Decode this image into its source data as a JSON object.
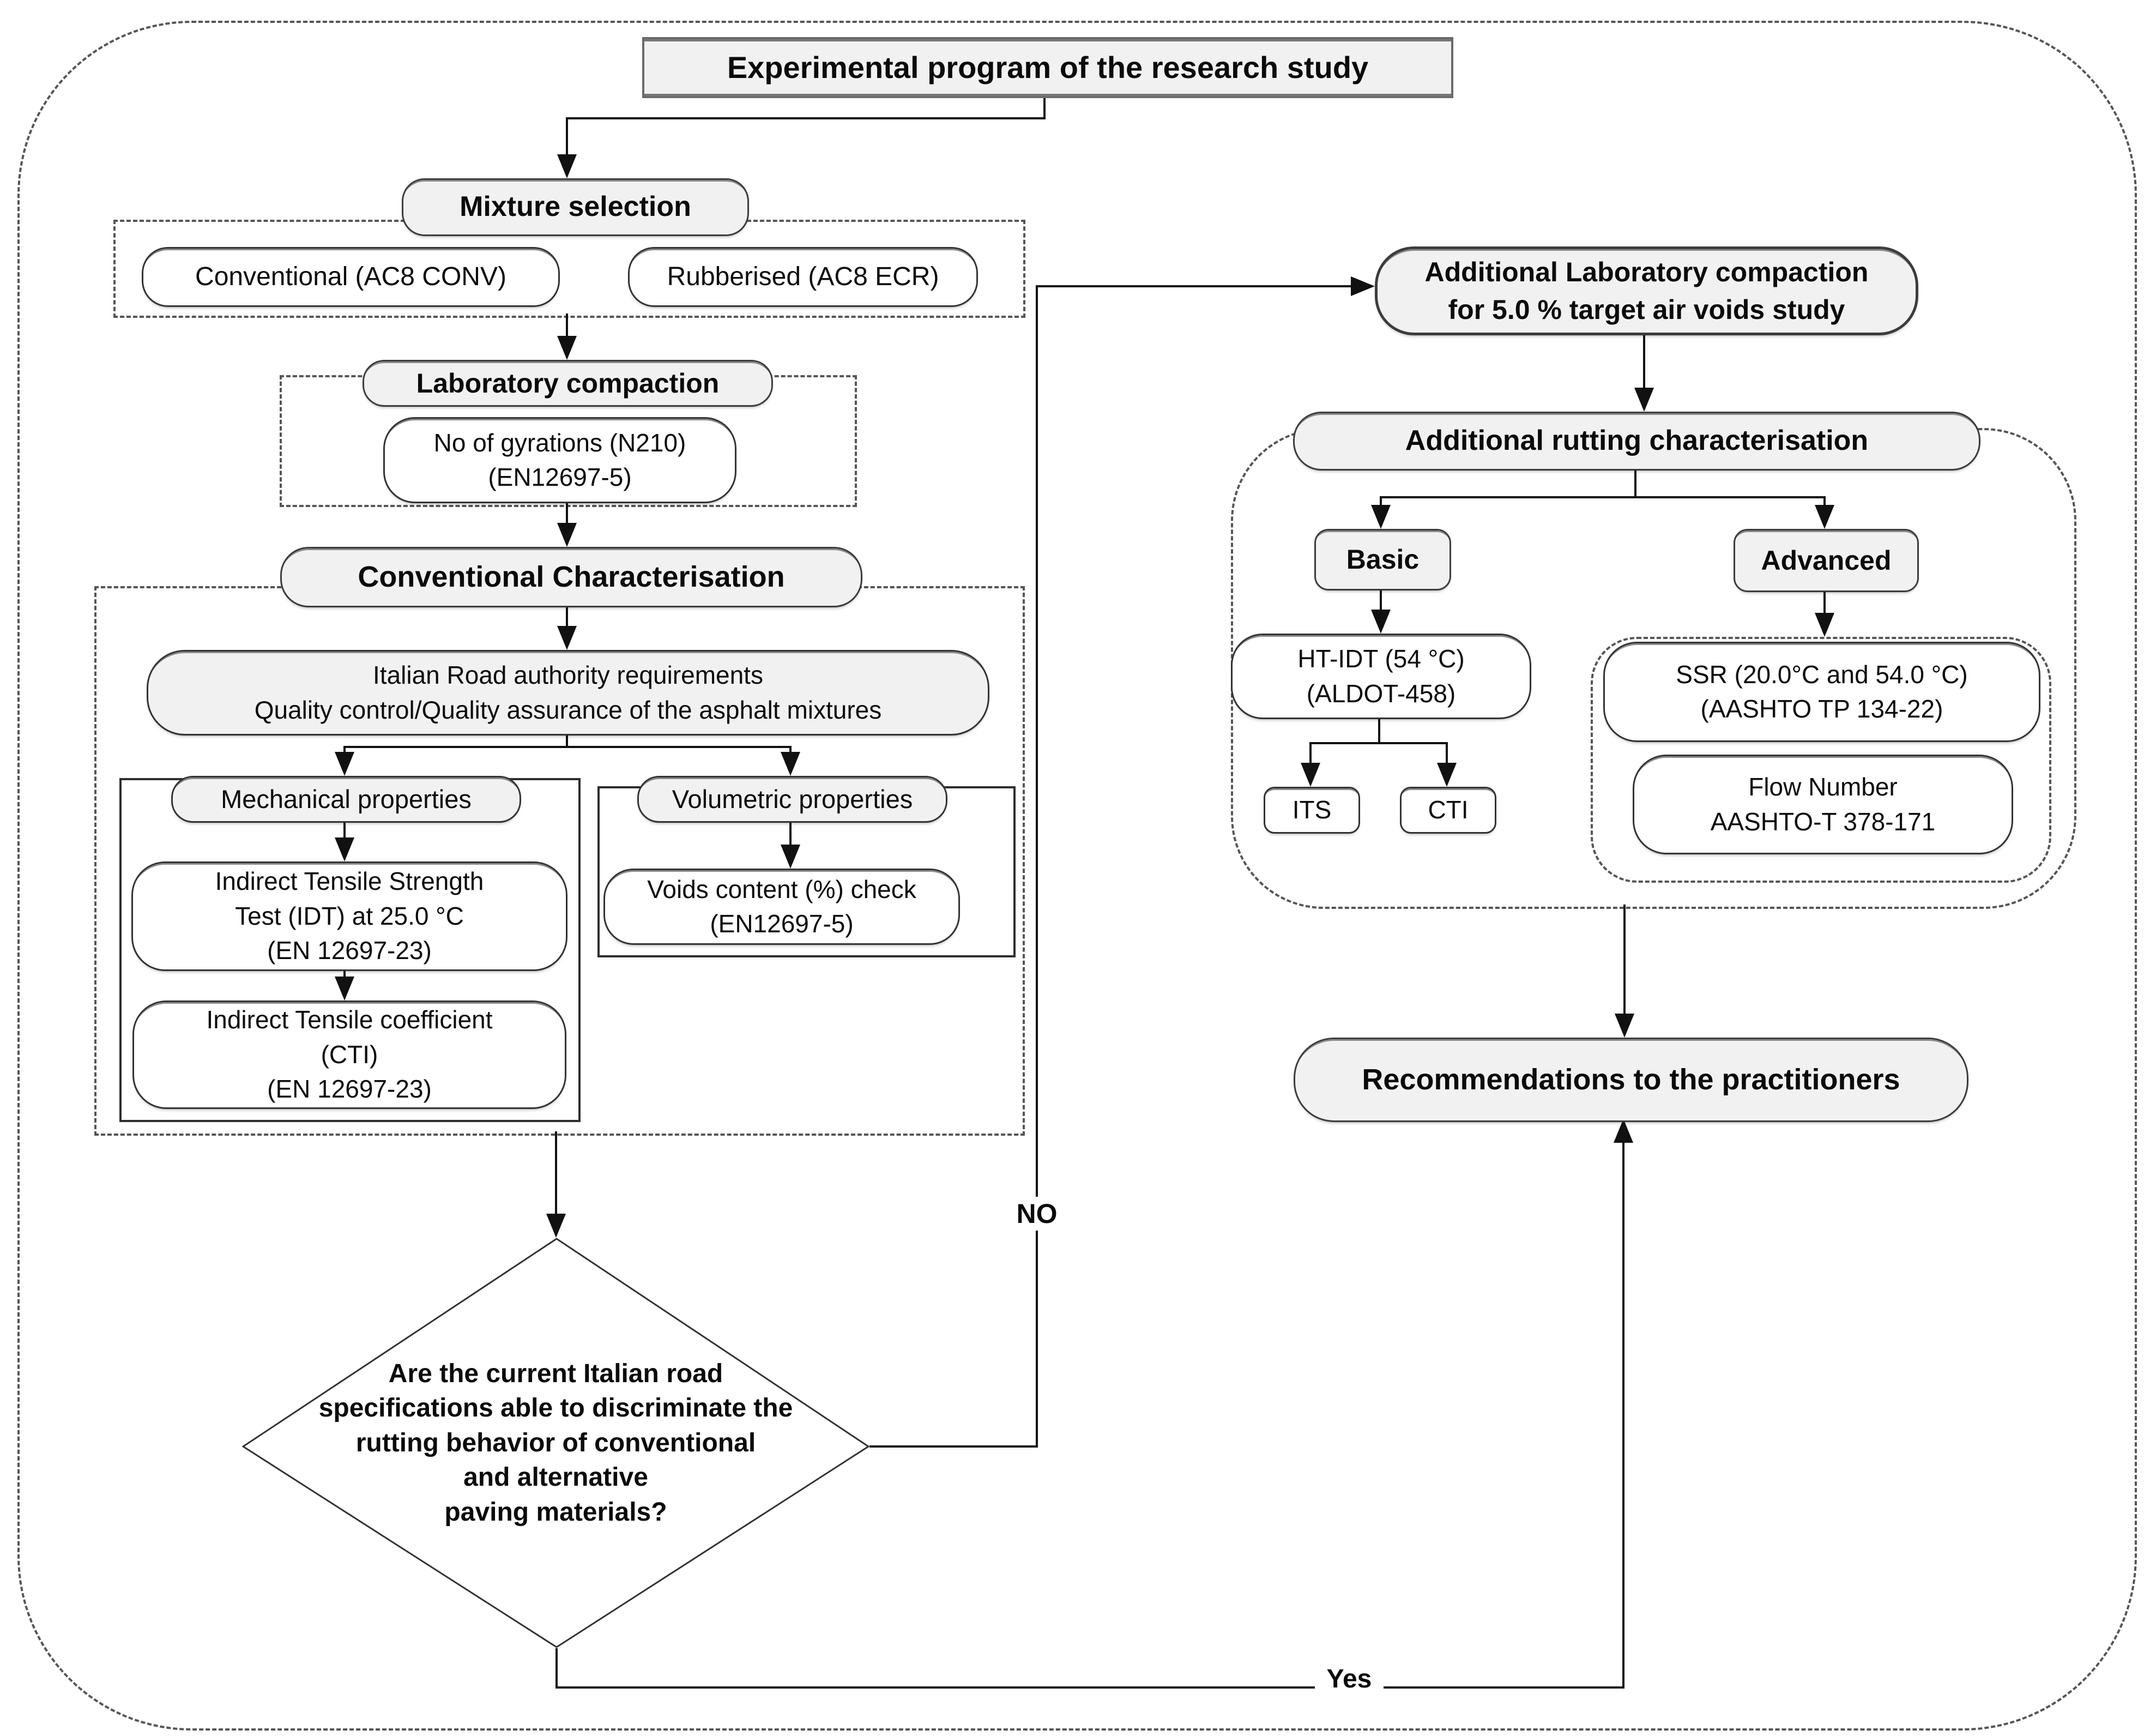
{
  "nodes": {
    "title": "Experimental program of the research study",
    "mixture_selection": "Mixture selection",
    "conventional": "Conventional (AC8 CONV)",
    "rubberised": "Rubberised (AC8 ECR)",
    "laboratory_compaction": "Laboratory compaction",
    "gyrations": "No of gyrations (N210)\n(EN12697-5)",
    "conventional_characterisation": "Conventional Characterisation",
    "italian_requirements": "Italian Road authority requirements\nQuality control/Quality assurance of the asphalt mixtures",
    "mechanical_properties": "Mechanical properties",
    "volumetric_properties": "Volumetric properties",
    "idt_test": "Indirect Tensile Strength\nTest (IDT) at 25.0 °C\n(EN 12697-23)",
    "cti_test": "Indirect Tensile coefficient\n(CTI)\n(EN 12697-23)",
    "voids_check": "Voids content (%) check\n(EN12697-5)",
    "decision": "Are the current Italian road\nspecifications able to discriminate the\nrutting behavior of conventional\nand alternative\npaving materials?",
    "additional_compaction": "Additional Laboratory compaction\nfor 5.0 % target air voids study",
    "additional_rutting": "Additional rutting characterisation",
    "basic": "Basic",
    "advanced": "Advanced",
    "ht_idt": "HT-IDT (54 °C)\n(ALDOT-458)",
    "its": "ITS",
    "cti_small": "CTI",
    "ssr": "SSR (20.0°C and 54.0 °C)\n(AASHTO TP 134-22)",
    "flow_number": "Flow Number\nAASHTO-T 378-171",
    "recommendations": "Recommendations to the practitioners"
  },
  "edges": {
    "no_label": "NO",
    "yes_label": "Yes"
  },
  "colors": {
    "node_fill": "#f1f1f1",
    "node_border": "#3c3c3c",
    "line": "#111111",
    "dashed_border": "#555555",
    "background": "#ffffff"
  }
}
